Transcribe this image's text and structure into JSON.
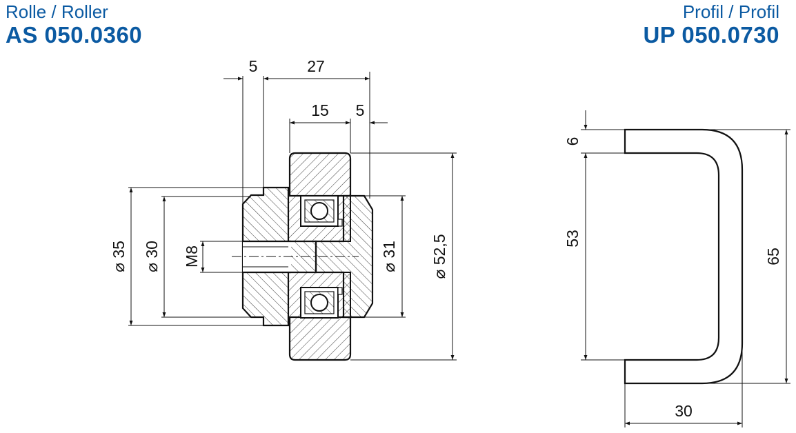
{
  "header_left": {
    "subtitle": "Rolle / Roller",
    "code": "AS 050.0360"
  },
  "header_right": {
    "subtitle": "Profil / Profil",
    "code": "UP 050.0730"
  },
  "roller_dims": {
    "d5_top": "5",
    "d27": "27",
    "d15": "15",
    "d5_mid": "5",
    "phi35": "⌀ 35",
    "phi30": "⌀ 30",
    "m8": "M8",
    "phi31": "⌀ 31",
    "phi52": "⌀ 52,5"
  },
  "profile_dims": {
    "d6": "6",
    "d53": "53",
    "d65": "65",
    "d30": "30"
  },
  "colors": {
    "header": "#0b5aa2",
    "line": "#111111"
  }
}
